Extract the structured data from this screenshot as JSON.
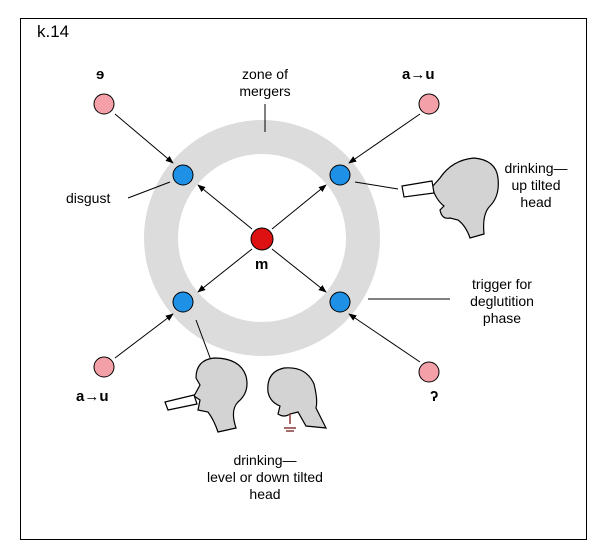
{
  "figure_id": "k.14",
  "colors": {
    "outer_node": "#f4a0a8",
    "inner_node": "#1e90e6",
    "center_node": "#dd1111",
    "ring": "#dcdcdc"
  },
  "labels": {
    "zone": [
      "zone of",
      "mergers"
    ],
    "disgust": "disgust",
    "drinking_up": [
      "drinking—",
      "up tilted",
      "head"
    ],
    "trigger": [
      "trigger for",
      "deglutition",
      "phase"
    ],
    "drinking_level": [
      "drinking—",
      "level or down tilted",
      "head"
    ]
  },
  "nodes": {
    "center": "m",
    "top_left": "ɘ",
    "top_right": "a→u",
    "bottom_left": "a→u",
    "bottom_right": "ʔ"
  }
}
